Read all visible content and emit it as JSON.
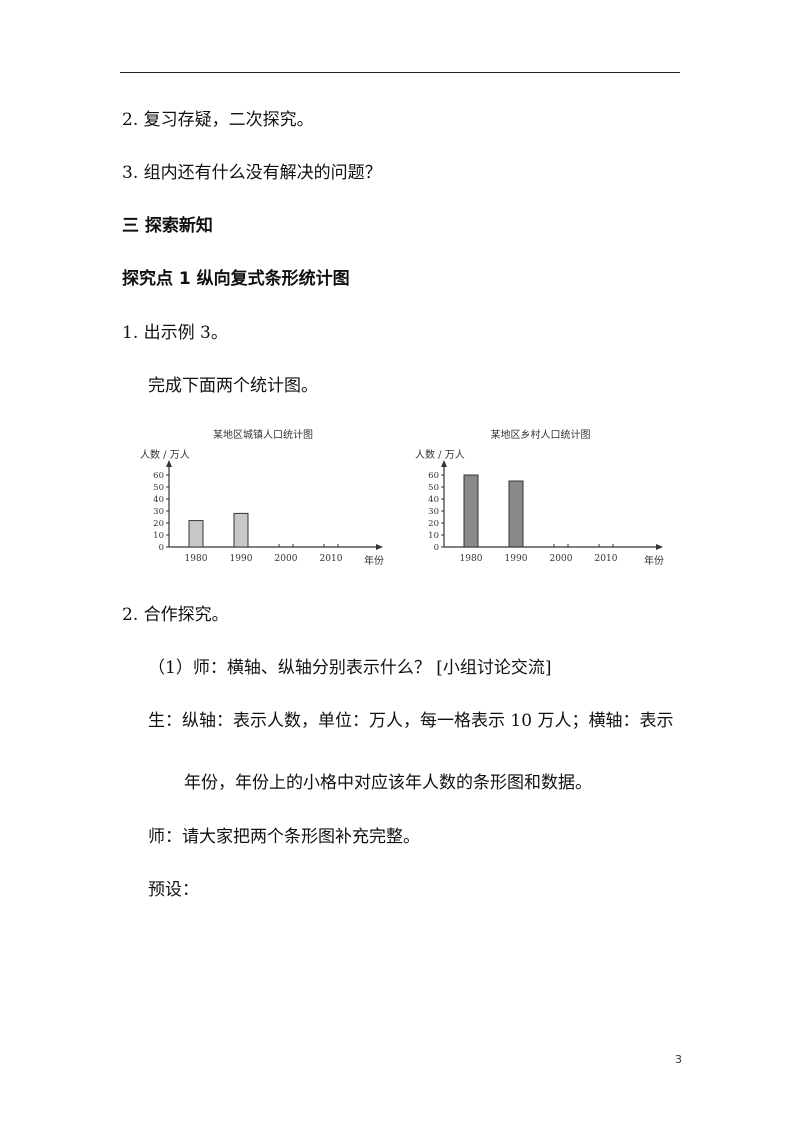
{
  "lines": {
    "l1": "2.  复习存疑，二次探究。",
    "l2": "3.  组内还有什么没有解决的问题？",
    "h1": "三  探索新知",
    "h2": "探究点 1 纵向复式条形统计图",
    "l3": "1.  出示例 3。",
    "l4": "完成下面两个统计图。",
    "l5": "2.  合作探究。",
    "l6": "（1）师：横轴、纵轴分别表示什么？  [小组讨论交流]",
    "l7": "生：纵轴：表示人数，单位：万人，每一格表示 10  万人；横轴：表示",
    "l8": "年份，年份上的小格中对应该年人数的条形图和数据。",
    "l9": "师：请大家把两个条形图补充完整。",
    "l10": "预设："
  },
  "page_number": "3",
  "chart_data": [
    {
      "type": "bar",
      "title": "某地区城镇人口统计图",
      "ylabel": "人数 / 万人",
      "xlabel": "年份",
      "categories": [
        "1980",
        "1990",
        "2000",
        "2010"
      ],
      "values": [
        22,
        28,
        null,
        null
      ],
      "yticks": [
        0,
        10,
        20,
        30,
        40,
        50,
        60
      ],
      "ylim": [
        0,
        60
      ],
      "bar_color": "#c8c8c8",
      "grid": false
    },
    {
      "type": "bar",
      "title": "某地区乡村人口统计图",
      "ylabel": "人数 / 万人",
      "xlabel": "年份",
      "categories": [
        "1980",
        "1990",
        "2000",
        "2010"
      ],
      "values": [
        60,
        55,
        null,
        null
      ],
      "yticks": [
        0,
        10,
        20,
        30,
        40,
        50,
        60
      ],
      "ylim": [
        0,
        60
      ],
      "bar_color": "#8a8a8a",
      "grid": false
    }
  ]
}
